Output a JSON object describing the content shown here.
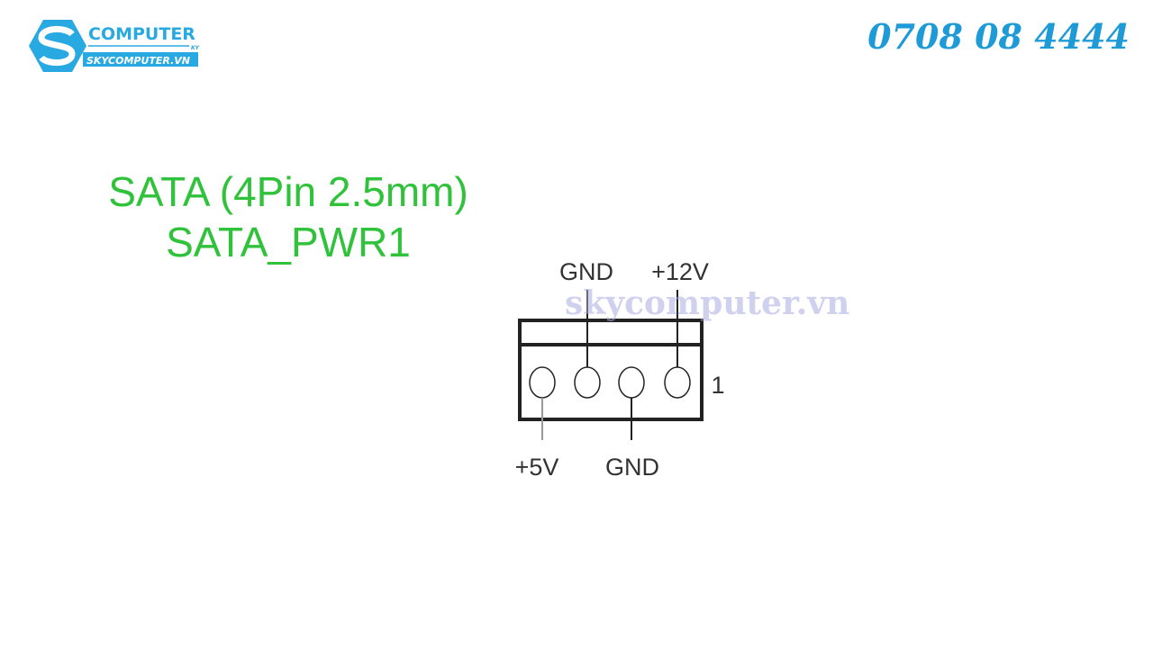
{
  "logo": {
    "brand": "COMPUTER",
    "sub": "KY",
    "site": "SKYCOMPUTER.VN",
    "color": "#29a9e1"
  },
  "phone": "0708 08 4444",
  "title": {
    "line1": "SATA (4Pin 2.5mm)",
    "line2": "SATA_PWR1"
  },
  "watermark": "skycomputer.vn",
  "connector": {
    "pin1_marker": "1",
    "top_labels": [
      "GND",
      "+12V"
    ],
    "bottom_labels": [
      "+5V",
      "GND"
    ]
  }
}
